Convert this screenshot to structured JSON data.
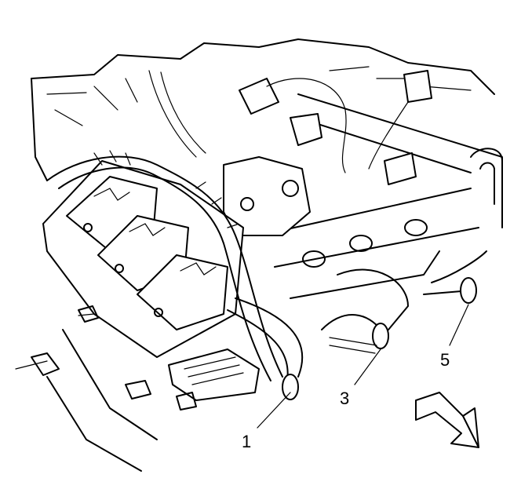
{
  "callouts": [
    {
      "id": "1",
      "text": "1"
    },
    {
      "id": "3",
      "text": "3"
    },
    {
      "id": "5",
      "text": "5"
    }
  ],
  "colors": {
    "line": "#000000",
    "background": "#ffffff"
  },
  "icons": {
    "direction": "front-arrow-icon"
  }
}
